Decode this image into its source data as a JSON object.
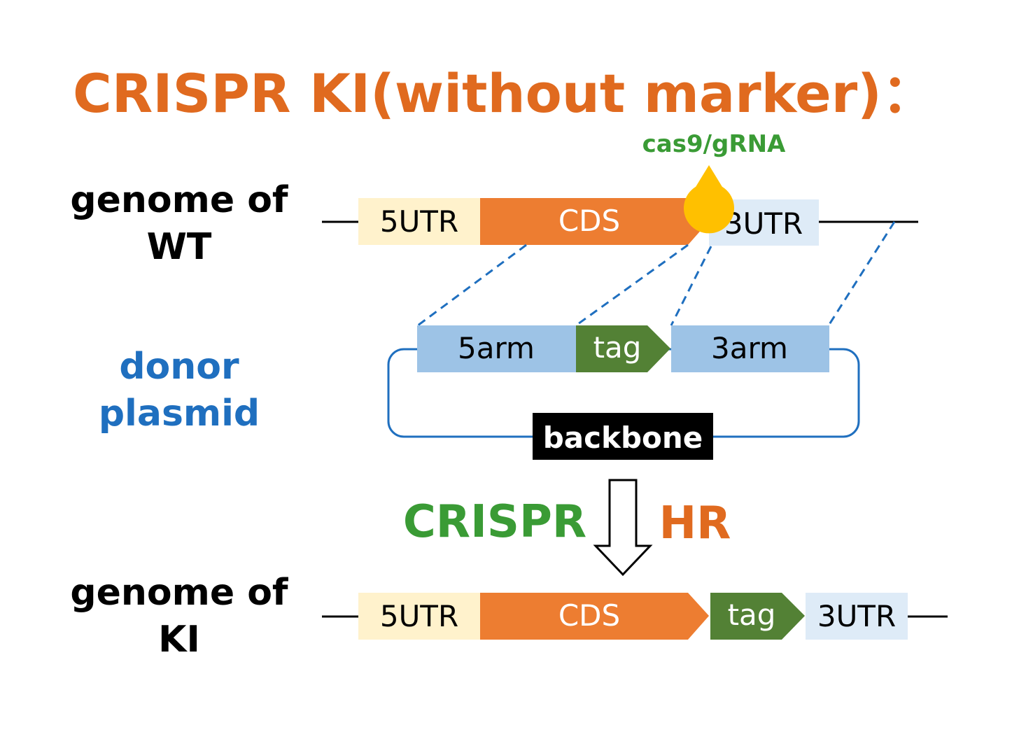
{
  "title": "CRISPR KI(without marker)：",
  "colors": {
    "title": "#E06A1F",
    "cds": "#ED7D31",
    "utr5": "#FFF2CC",
    "utr3": "#DEEBF7",
    "arm": "#9DC3E6",
    "tag": "#538135",
    "crispr_green": "#3A9B35",
    "donor_blue": "#1F6FBF",
    "cas9_yellow": "#FFC000",
    "dash_blue": "#1F6FBF"
  },
  "cas9": {
    "label": "cas9/gRNA",
    "icon": "pacman-icon"
  },
  "wt": {
    "label_line1": "genome of",
    "label_line2": "WT",
    "utr5": "5UTR",
    "cds": "CDS",
    "utr3": "3UTR"
  },
  "donor": {
    "label_line1": "donor",
    "label_line2": "plasmid",
    "arm5": "5arm",
    "tag": "tag",
    "arm3": "3arm",
    "backbone": "backbone"
  },
  "process": {
    "left": "CRISPR",
    "right": "HR",
    "arrow_icon": "down-arrow-icon"
  },
  "ki": {
    "label_line1": "genome of",
    "label_line2": "KI",
    "utr5": "5UTR",
    "cds": "CDS",
    "tag": "tag",
    "utr3": "3UTR"
  }
}
